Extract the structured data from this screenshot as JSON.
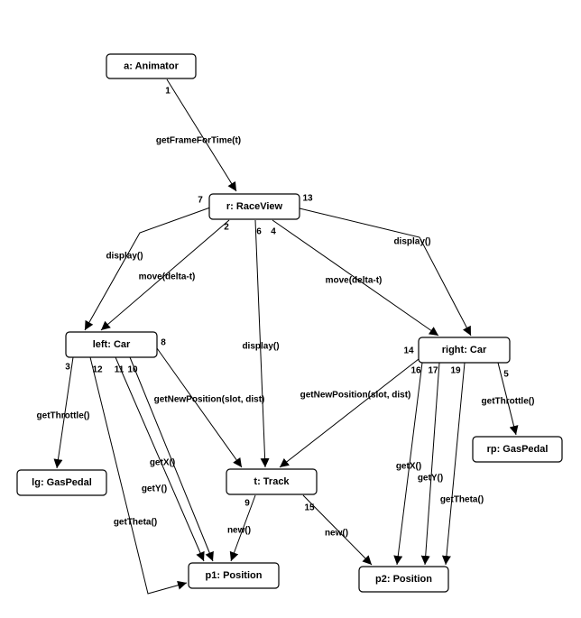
{
  "diagram": {
    "nodes": [
      {
        "id": "animator",
        "label": "a: Animator"
      },
      {
        "id": "raceview",
        "label": "r: RaceView"
      },
      {
        "id": "leftcar",
        "label": "left: Car"
      },
      {
        "id": "rightcar",
        "label": "right: Car"
      },
      {
        "id": "track",
        "label": "t: Track"
      },
      {
        "id": "lg",
        "label": "lg: GasPedal"
      },
      {
        "id": "rp",
        "label": "rp: GasPedal"
      },
      {
        "id": "p1",
        "label": "p1: Position"
      },
      {
        "id": "p2",
        "label": "p2: Position"
      }
    ],
    "edges": [
      {
        "id": "e1",
        "from": "animator",
        "to": "raceview",
        "seq": "1",
        "message": "getFrameForTime(t)"
      },
      {
        "id": "e7",
        "from": "raceview",
        "to": "leftcar",
        "seq": "7",
        "message": "display()"
      },
      {
        "id": "e2",
        "from": "raceview",
        "to": "leftcar",
        "seq": "2",
        "message": "move(delta-t)"
      },
      {
        "id": "e6",
        "from": "raceview",
        "to": "track",
        "seq": "6",
        "message": "display()"
      },
      {
        "id": "e4",
        "from": "raceview",
        "to": "rightcar",
        "seq": "4",
        "message": "move(delta-t)"
      },
      {
        "id": "e13",
        "from": "raceview",
        "to": "rightcar",
        "seq": "13",
        "message": "display()"
      },
      {
        "id": "e3",
        "from": "leftcar",
        "to": "lg",
        "seq": "3",
        "message": "getThrottle()"
      },
      {
        "id": "e8",
        "from": "leftcar",
        "to": "track",
        "seq": "8",
        "message": "getNewPosition(slot, dist)"
      },
      {
        "id": "e10",
        "from": "leftcar",
        "to": "p1",
        "seq": "10",
        "message": "getX()"
      },
      {
        "id": "e11",
        "from": "leftcar",
        "to": "p1",
        "seq": "11",
        "message": "getY()"
      },
      {
        "id": "e12",
        "from": "leftcar",
        "to": "p1",
        "seq": "12",
        "message": "getTheta()"
      },
      {
        "id": "e5",
        "from": "rightcar",
        "to": "rp",
        "seq": "5",
        "message": "getThrottle()"
      },
      {
        "id": "e14",
        "from": "rightcar",
        "to": "track",
        "seq": "14",
        "message": "getNewPosition(slot, dist)"
      },
      {
        "id": "e16",
        "from": "rightcar",
        "to": "p2",
        "seq": "16",
        "message": "getX()"
      },
      {
        "id": "e17",
        "from": "rightcar",
        "to": "p2",
        "seq": "17",
        "message": "getY()"
      },
      {
        "id": "e19",
        "from": "rightcar",
        "to": "p2",
        "seq": "19",
        "message": "getTheta()"
      },
      {
        "id": "e9",
        "from": "track",
        "to": "p1",
        "seq": "9",
        "message": "new()"
      },
      {
        "id": "e15",
        "from": "track",
        "to": "p2",
        "seq": "15",
        "message": "new()"
      }
    ]
  }
}
